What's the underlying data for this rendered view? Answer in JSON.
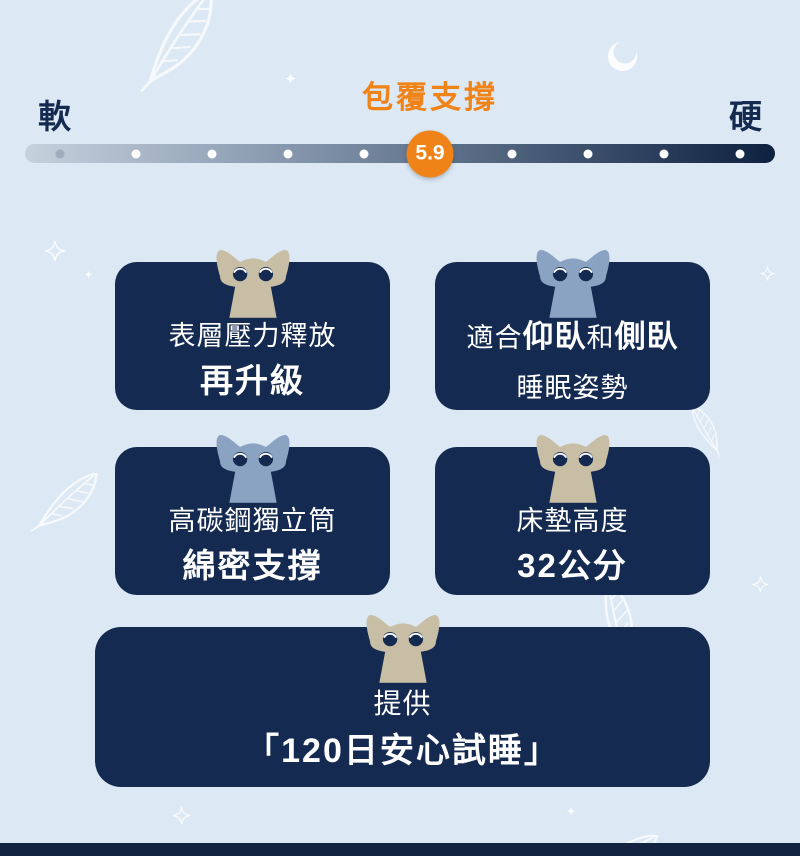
{
  "colors": {
    "bg": "#dce8f3",
    "navy": "#152a50",
    "navy-dark": "#122340",
    "accent": "#f08318",
    "owl-beige": "#c8bea6",
    "owl-blue": "#8ba3c2",
    "bar-light": "#c6d1dd",
    "bar-dark": "#0d2140"
  },
  "scale": {
    "title": "包覆支撐",
    "left_label": "軟",
    "right_label": "硬",
    "score": "5.9"
  },
  "cards": {
    "pressure": {
      "line1": "表層壓力釋放",
      "line2": "再升級"
    },
    "posture": {
      "seg1": "適合",
      "seg2": "仰臥",
      "seg3": "和",
      "seg4": "側臥",
      "line2": "睡眠姿勢"
    },
    "springs": {
      "line1": "高碳鋼獨立筒",
      "line2": "綿密支撐"
    },
    "height": {
      "line1": "床墊高度",
      "line2": "32公分"
    },
    "trial": {
      "line1": "提供",
      "line2": "「120日安心試睡」"
    }
  }
}
